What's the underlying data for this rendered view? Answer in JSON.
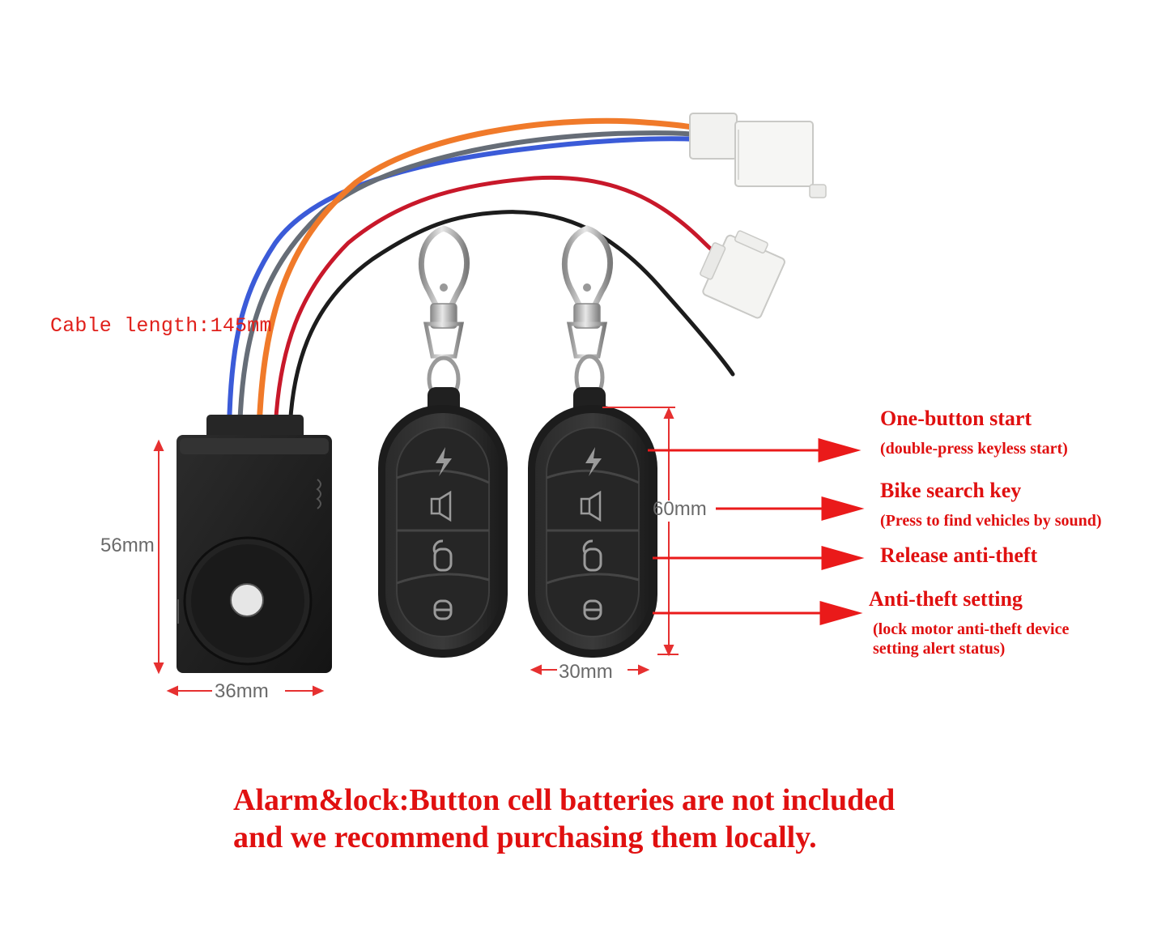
{
  "cable_label": "Cable length:145mm",
  "dimensions": {
    "controller_height": "56mm",
    "controller_width": "36mm",
    "remote_height": "60mm",
    "remote_width": "30mm"
  },
  "features": [
    {
      "title": "One-button start",
      "subtitle": "(double-press keyless start)"
    },
    {
      "title": "Bike search key",
      "subtitle": "(Press to find vehicles by sound)"
    },
    {
      "title": "Release anti-theft",
      "subtitle": ""
    },
    {
      "title": "Anti-theft setting",
      "subtitle_line1": "(lock motor anti-theft device",
      "subtitle_line2": "setting alert status)"
    }
  ],
  "note": {
    "line1": "Alarm&lock:Button cell batteries are not included",
    "line2": "and we recommend purchasing them locally."
  },
  "colors": {
    "label_red": "#e01010",
    "arrow_red": "#ea1a1a",
    "wire_orange": "#f07a2a",
    "wire_gray": "#666d77",
    "wire_blue": "#3b5bd8",
    "wire_red": "#c8182a",
    "wire_black": "#1c1c1c",
    "device_black": "#1e1e1e",
    "connector_white": "#f2f2f0"
  },
  "icons": [
    "lightning-icon",
    "horn-icon",
    "unlock-icon",
    "lock-icon"
  ]
}
